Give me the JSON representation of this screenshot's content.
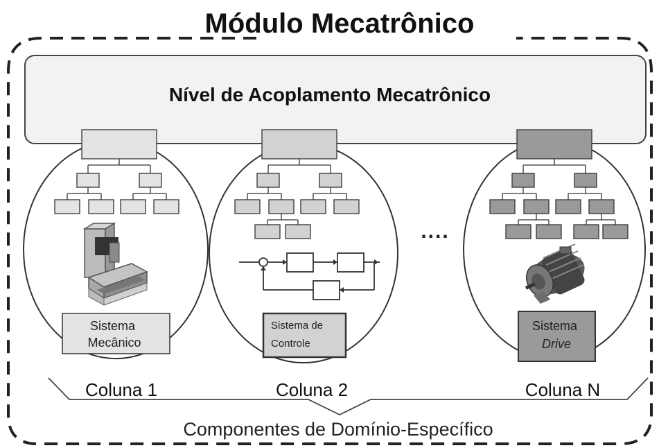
{
  "title": "Módulo Mecatrônico",
  "coupling_level_label": "Nível de Acoplamento Mecatrônico",
  "columns": [
    {
      "name": "Coluna 1",
      "system_label_lines": [
        "Sistema",
        "Mecânico"
      ],
      "shade": "#e3e3e3",
      "illustration": "milling-machine-icon"
    },
    {
      "name": "Coluna 2",
      "system_label_lines": [
        "Sistema de",
        "Controle"
      ],
      "shade": "#d2d2d2",
      "illustration": "control-loop-diagram"
    },
    {
      "name": "Coluna N",
      "system_label_lines": [
        "Sistema",
        "Drive"
      ],
      "shade": "#9a9a9a",
      "illustration": "electric-motor-icon"
    }
  ],
  "ellipsis": "....",
  "footer_label": "Componentes de Domínio-Específico",
  "colors": {
    "outline": "#2a2a2a",
    "panel_fill": "#f2f2f2",
    "text": "#111111"
  }
}
